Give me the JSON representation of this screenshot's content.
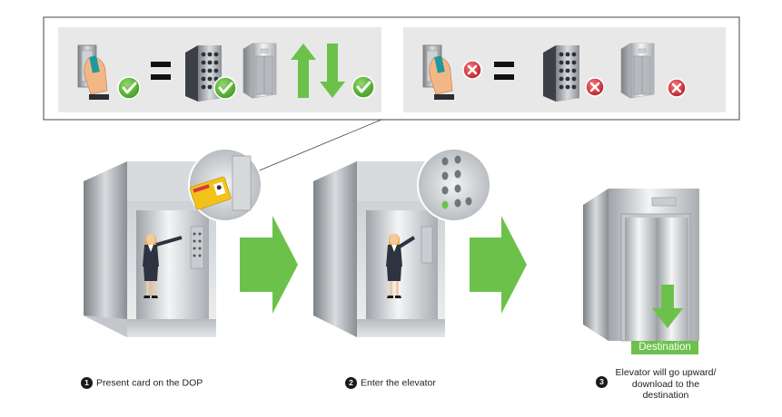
{
  "steps": [
    {
      "number": "1",
      "text": "Present card on the DOP"
    },
    {
      "number": "2",
      "text": "Enter the elevator"
    },
    {
      "number": "3",
      "text": "Elevator will go upward/ download to the destination"
    }
  ],
  "destination_label": "Destination",
  "legend": {
    "valid": [
      "card-reader-icon",
      "check-icon",
      "equals-icon",
      "keypad-icon",
      "check-icon",
      "elevator-icon",
      "up-down-arrows-icon",
      "check-icon"
    ],
    "invalid": [
      "card-reader-icon",
      "cross-icon",
      "equals-icon",
      "keypad-icon",
      "cross-icon",
      "elevator-icon",
      "cross-icon"
    ]
  },
  "colors": {
    "accent_green": "#6cc14b",
    "check_green": "#5cb531",
    "cross_red": "#d9383e",
    "card_yellow": "#f2c21b",
    "panel_gray": "#e8e8e8"
  }
}
